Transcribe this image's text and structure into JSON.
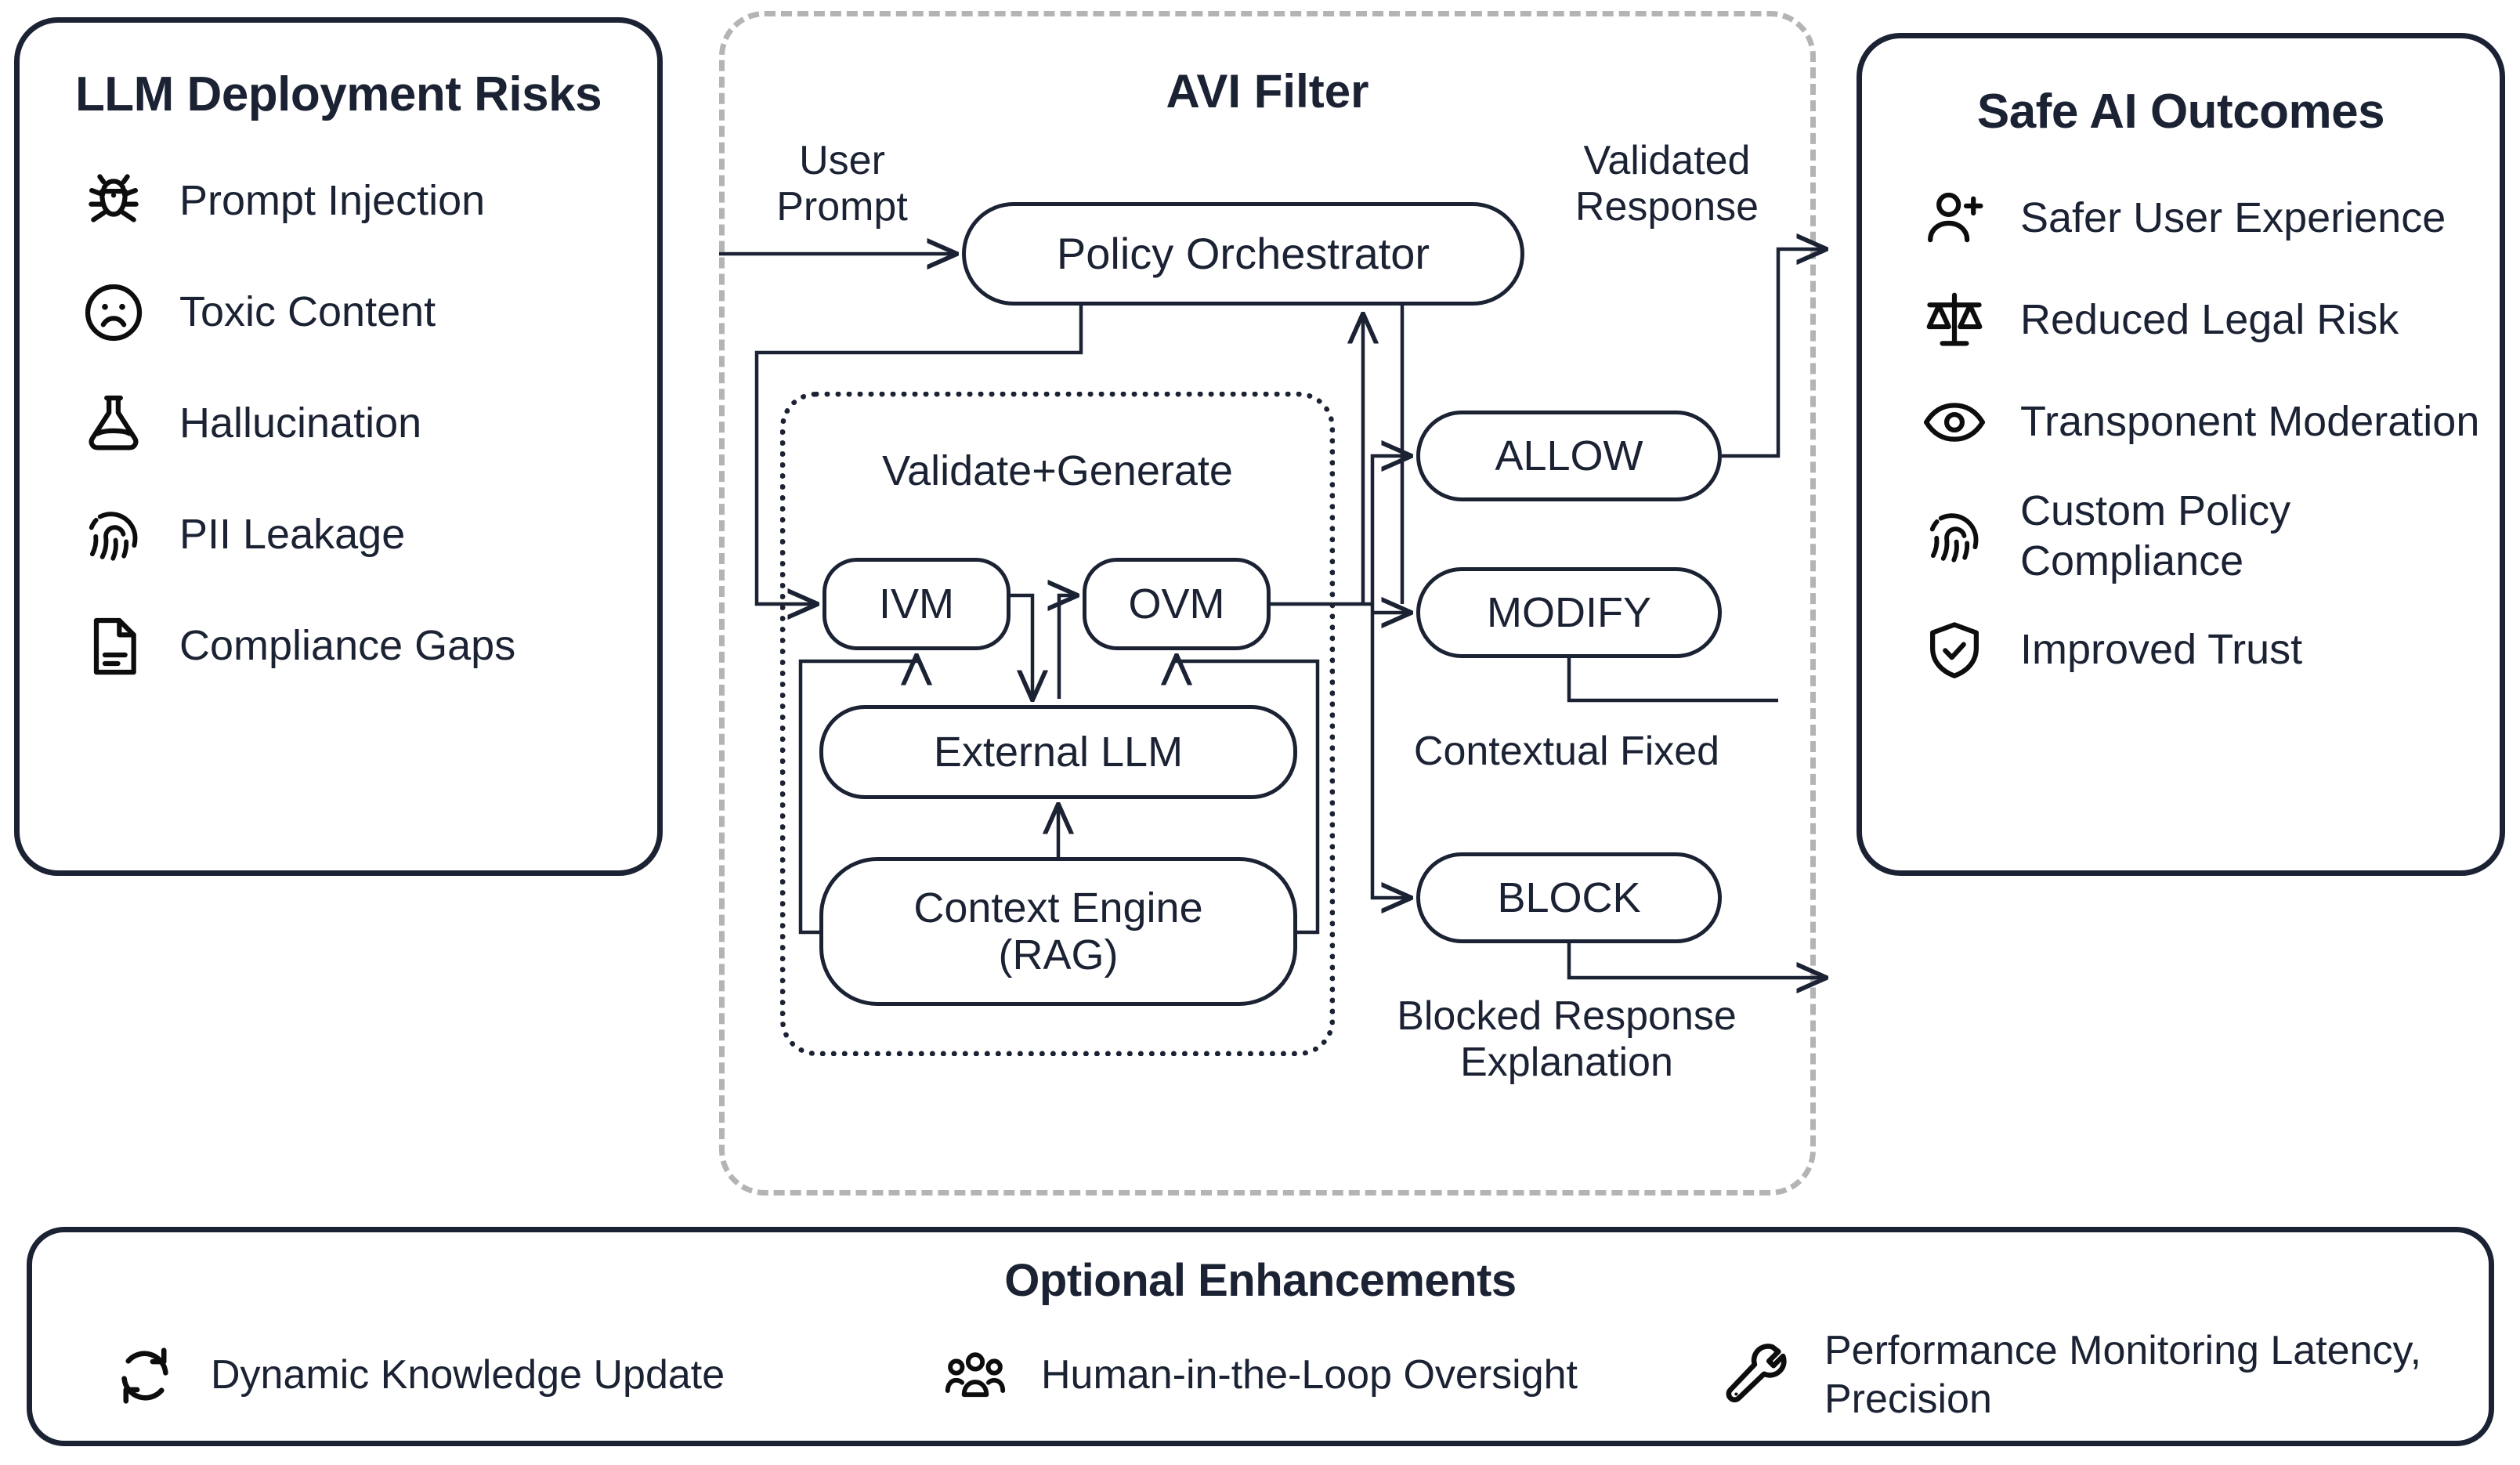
{
  "left_panel": {
    "title": "LLM Deployment Risks",
    "items": [
      {
        "icon": "bug-icon",
        "label": "Prompt Injection"
      },
      {
        "icon": "frown-face-icon",
        "label": "Toxic Content"
      },
      {
        "icon": "flask-icon",
        "label": "Hallucination"
      },
      {
        "icon": "fingerprint-icon",
        "label": "PII Leakage"
      },
      {
        "icon": "document-icon",
        "label": "Compliance Gaps"
      }
    ]
  },
  "center_panel": {
    "title": "AVI Filter",
    "subgroup_label": "Validate+Generate",
    "nodes": {
      "policy_orchestrator": "Policy Orchestrator",
      "ivm": "IVM",
      "ovm": "OVM",
      "external_llm": "External LLM",
      "context_engine_line1": "Context Engine",
      "context_engine_line2": "(RAG)",
      "allow": "ALLOW",
      "modify": "MODIFY",
      "block": "BLOCK"
    },
    "edge_labels": {
      "user_prompt": "User Prompt",
      "validated_response": "Validated Response",
      "contextual_fixed": "Contextual Fixed",
      "blocked_response_explanation": "Blocked Response Explanation"
    }
  },
  "right_panel": {
    "title": "Safe AI Outcomes",
    "items": [
      {
        "icon": "user-plus-icon",
        "label": "Safer User Experience"
      },
      {
        "icon": "scales-icon",
        "label": "Reduced Legal Risk"
      },
      {
        "icon": "eye-icon",
        "label": "Transponent Moderation"
      },
      {
        "icon": "fingerprint-icon",
        "label": "Custom Policy Compliance"
      },
      {
        "icon": "shield-check-icon",
        "label": "Improved Trust"
      }
    ]
  },
  "bottom_panel": {
    "title": "Optional Enhancements",
    "items": [
      {
        "icon": "refresh-cycle-icon",
        "label": "Dynamic Knowledge Update"
      },
      {
        "icon": "people-group-icon",
        "label": "Human-in-the-Loop Oversight"
      },
      {
        "icon": "wrench-icon",
        "label": "Performance Monitoring Latency, Precision"
      }
    ]
  },
  "colors": {
    "ink": "#1b2233",
    "dashed_border": "#b4b4b4",
    "background": "#ffffff"
  }
}
